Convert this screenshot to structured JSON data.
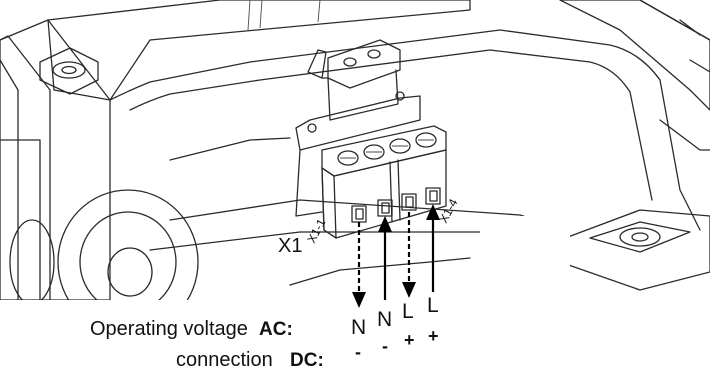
{
  "labels": {
    "operating_voltage": "Operating voltage",
    "ac": "AC:",
    "connection": "connection",
    "dc": "DC:",
    "x1": "X1",
    "x1_1": "X1-1",
    "x1_4": "X1-4"
  },
  "terminals": [
    {
      "ac": "N",
      "dc": "-",
      "line": "dashed",
      "direction": "out"
    },
    {
      "ac": "N",
      "dc": "-",
      "line": "solid",
      "direction": "in"
    },
    {
      "ac": "L",
      "dc": "+",
      "line": "dashed",
      "direction": "out"
    },
    {
      "ac": "L",
      "dc": "+",
      "line": "solid",
      "direction": "in"
    }
  ],
  "colors": {
    "terminal_block": "#b9bbd0",
    "terminal_block_dark": "#8f92ad",
    "housing": "#f2f2f2",
    "outline": "#2b2b2b"
  }
}
